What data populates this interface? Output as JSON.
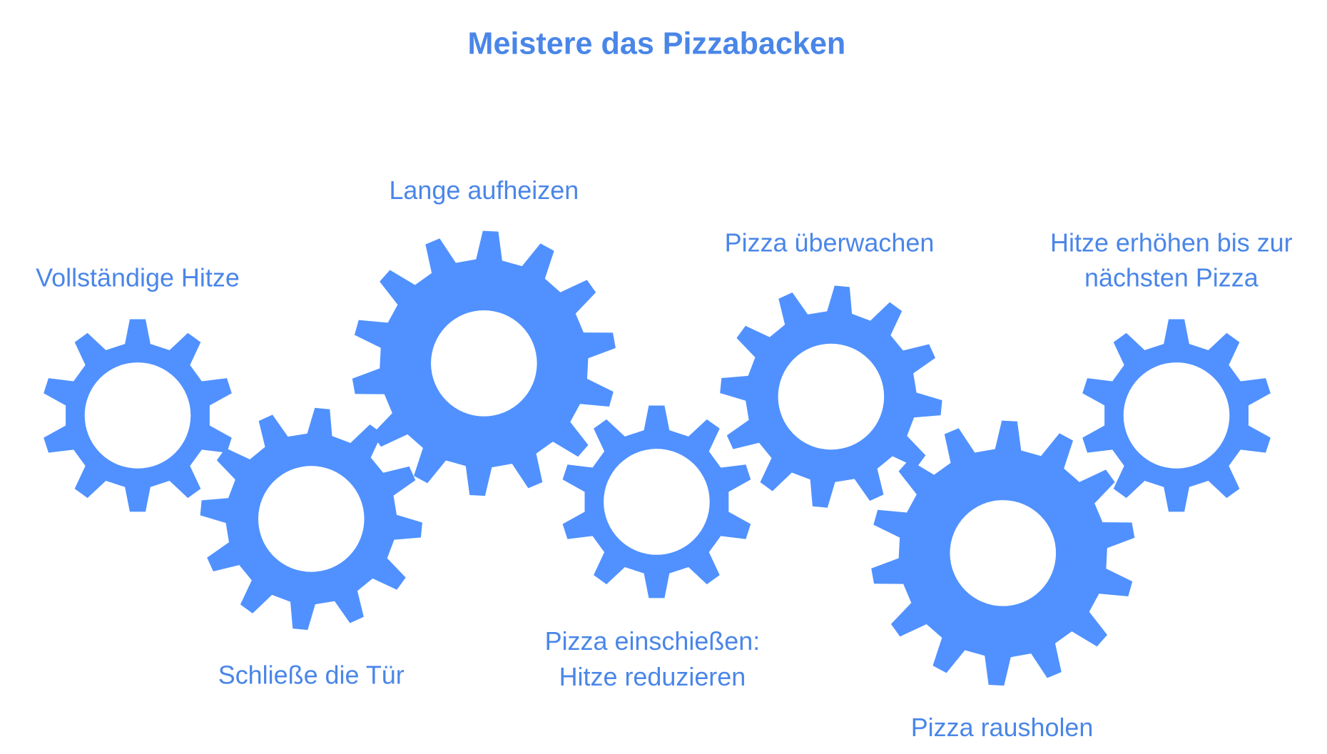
{
  "title": "Meistere das Pizzabacken",
  "steps": [
    {
      "label_lines": [
        "Vollständige Hitze"
      ]
    },
    {
      "label_lines": [
        "Schließe die Tür"
      ]
    },
    {
      "label_lines": [
        "Lange aufheizen"
      ]
    },
    {
      "label_lines": [
        "Pizza einschießen:",
        "Hitze reduzieren"
      ]
    },
    {
      "label_lines": [
        "Pizza überwachen"
      ]
    },
    {
      "label_lines": [
        "Pizza rausholen"
      ]
    },
    {
      "label_lines": [
        "Hitze erhöhen bis zur",
        "nächsten Pizza"
      ]
    }
  ],
  "colors": {
    "gear": "#5091ff",
    "text": "#4a86e8"
  }
}
